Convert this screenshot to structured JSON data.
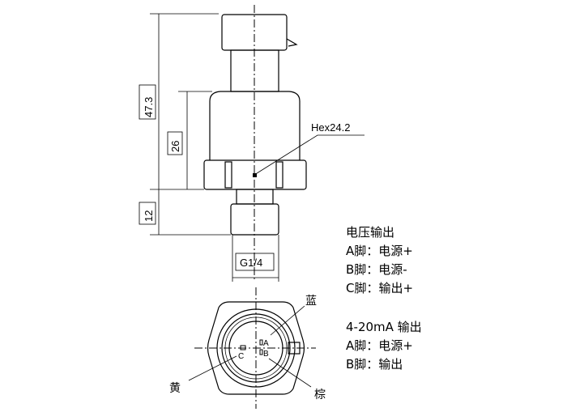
{
  "dimensions": {
    "overall_height": "47.3",
    "body_height": "26",
    "thread_length": "12",
    "thread": "G1/4",
    "hex": "Hex24.2"
  },
  "pins": {
    "a": "A",
    "b": "B",
    "c": "C"
  },
  "wire_colors": {
    "blue": "蓝",
    "yellow": "黄",
    "brown": "棕"
  },
  "voltage_output": {
    "title": "电压输出",
    "lines": [
      "A脚：电源+",
      "B脚：电源-",
      "C脚：输出+"
    ]
  },
  "current_output": {
    "title": "4-20mA 输出",
    "lines": [
      "A脚：电源+",
      "B脚：输出"
    ]
  }
}
